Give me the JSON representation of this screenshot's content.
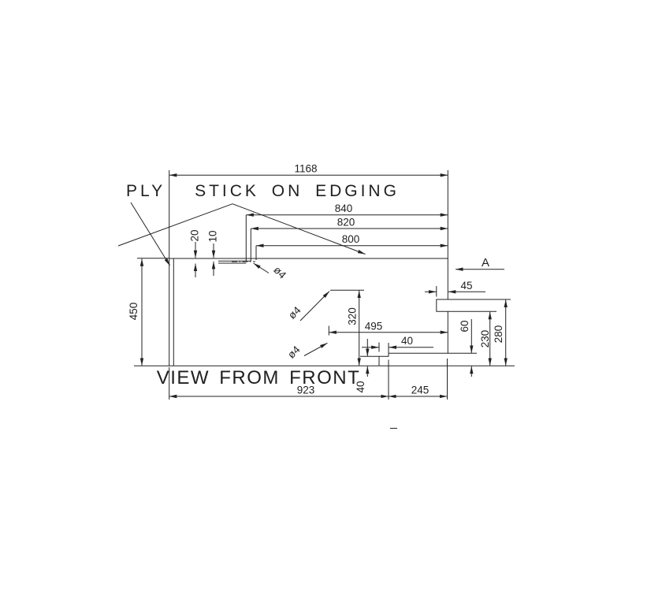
{
  "drawing": {
    "labels": {
      "material": "PLY",
      "edging_note": "STICK ON EDGING",
      "view_title": "VIEW FROM FRONT",
      "section_marker": "A"
    },
    "dimensions": {
      "overall_width": "1168",
      "edging_840": "840",
      "edging_820": "820",
      "edging_800": "800",
      "offset_20": "20",
      "offset_10": "10",
      "left_height_450": "450",
      "hole_dia_top": "ø4",
      "hole_dia_mid": "ø4",
      "hole_dia_low": "ø4",
      "hole_height_320": "320",
      "hole_inset_495": "495",
      "step_width_40": "40",
      "step_height_40": "40",
      "notch_depth_45": "45",
      "right_offset_60": "60",
      "right_height_230": "230",
      "right_height_280": "280",
      "bottom_left_923": "923",
      "bottom_right_245": "245"
    }
  }
}
